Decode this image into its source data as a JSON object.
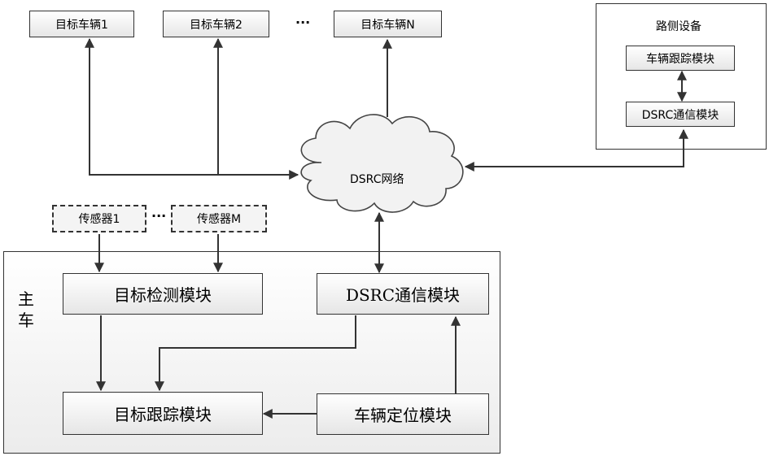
{
  "targets": {
    "vehicle1": "目标车辆1",
    "vehicle2": "目标车辆2",
    "vehicleN": "目标车辆N",
    "ellipsis": "···"
  },
  "roadside": {
    "title": "路侧设备",
    "tracking_module": "车辆跟踪模块",
    "dsrc_module": "DSRC通信模块"
  },
  "network": {
    "label": "DSRC网络"
  },
  "sensors": {
    "sensor1": "传感器1",
    "sensorM": "传感器M",
    "ellipsis": "···"
  },
  "host": {
    "label": "主车",
    "detection_module": "目标检测模块",
    "dsrc_module": "DSRC通信模块",
    "tracking_module": "目标跟踪模块",
    "positioning_module": "车辆定位模块"
  }
}
